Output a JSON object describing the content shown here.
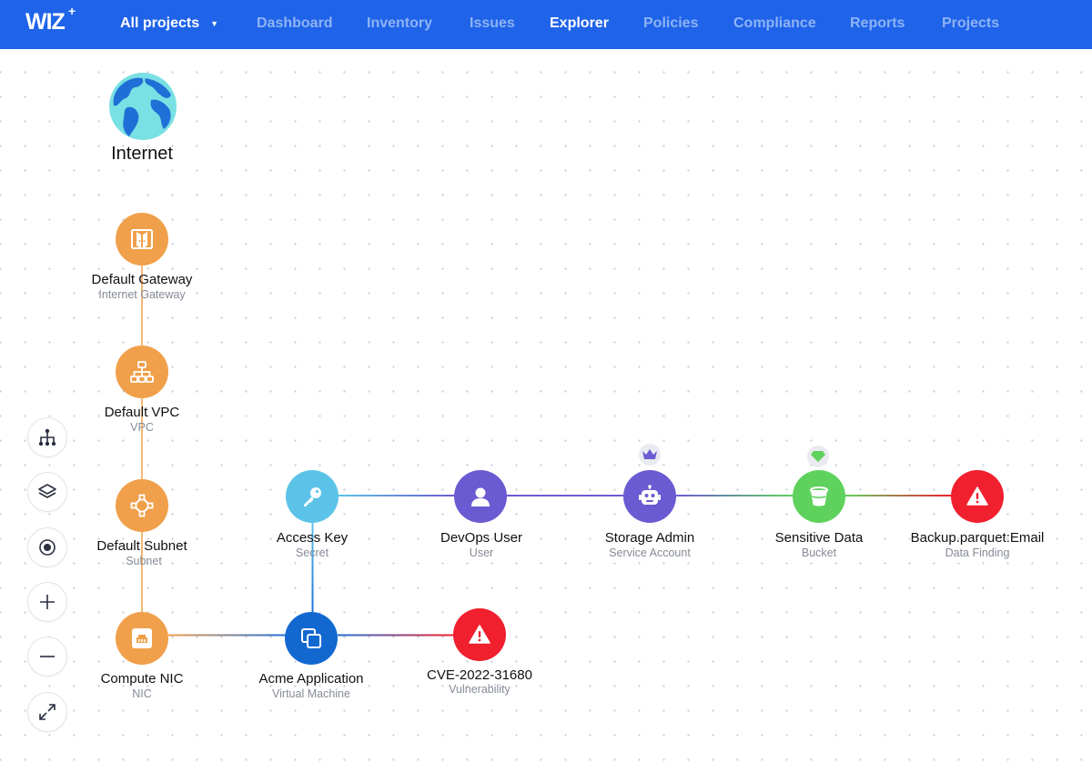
{
  "header": {
    "logo_text": "WIZ",
    "project_selector": "All projects",
    "nav": [
      "Dashboard",
      "Inventory",
      "Issues",
      "Explorer",
      "Policies",
      "Compliance",
      "Reports",
      "Projects"
    ],
    "active_nav": "Explorer"
  },
  "colors": {
    "header_bg": "#1f63e9",
    "network_orange": "#f0a04b",
    "secret_blue": "#5cc3e8",
    "identity_purple": "#6b5bd2",
    "storage_green": "#5fd25d",
    "alert_red": "#f0202e",
    "compute_blue": "#1368d0"
  },
  "graph": {
    "internet": {
      "label": "Internet",
      "icon": "globe-icon"
    },
    "nodes": {
      "gateway": {
        "label": "Default Gateway",
        "sublabel": "Internet Gateway",
        "icon": "gateway-icon"
      },
      "vpc": {
        "label": "Default VPC",
        "sublabel": "VPC",
        "icon": "network-icon"
      },
      "subnet": {
        "label": "Default Subnet",
        "sublabel": "Subnet",
        "icon": "subnet-icon"
      },
      "nic": {
        "label": "Compute NIC",
        "sublabel": "NIC",
        "icon": "ethernet-port-icon"
      },
      "vm": {
        "label": "Acme Application",
        "sublabel": "Virtual Machine",
        "icon": "virtual-machine-icon"
      },
      "cve": {
        "label": "CVE-2022-31680",
        "sublabel": "Vulnerability",
        "icon": "warning-icon"
      },
      "access_key": {
        "label": "Access Key",
        "sublabel": "Secret",
        "icon": "key-icon"
      },
      "devops_user": {
        "label": "DevOps User",
        "sublabel": "User",
        "icon": "user-icon"
      },
      "storage_admin": {
        "label": "Storage Admin",
        "sublabel": "Service Account",
        "icon": "robot-icon",
        "badge": "crown-icon"
      },
      "sensitive_data": {
        "label": "Sensitive Data",
        "sublabel": "Bucket",
        "icon": "bucket-icon",
        "badge": "gem-icon"
      },
      "data_finding": {
        "label": "Backup.parquet:Email",
        "sublabel": "Data Finding",
        "icon": "warning-icon"
      }
    }
  },
  "toolbar": [
    "hierarchy-icon",
    "layers-icon",
    "focus-icon",
    "zoom-in-icon",
    "zoom-out-icon",
    "fit-screen-icon"
  ]
}
